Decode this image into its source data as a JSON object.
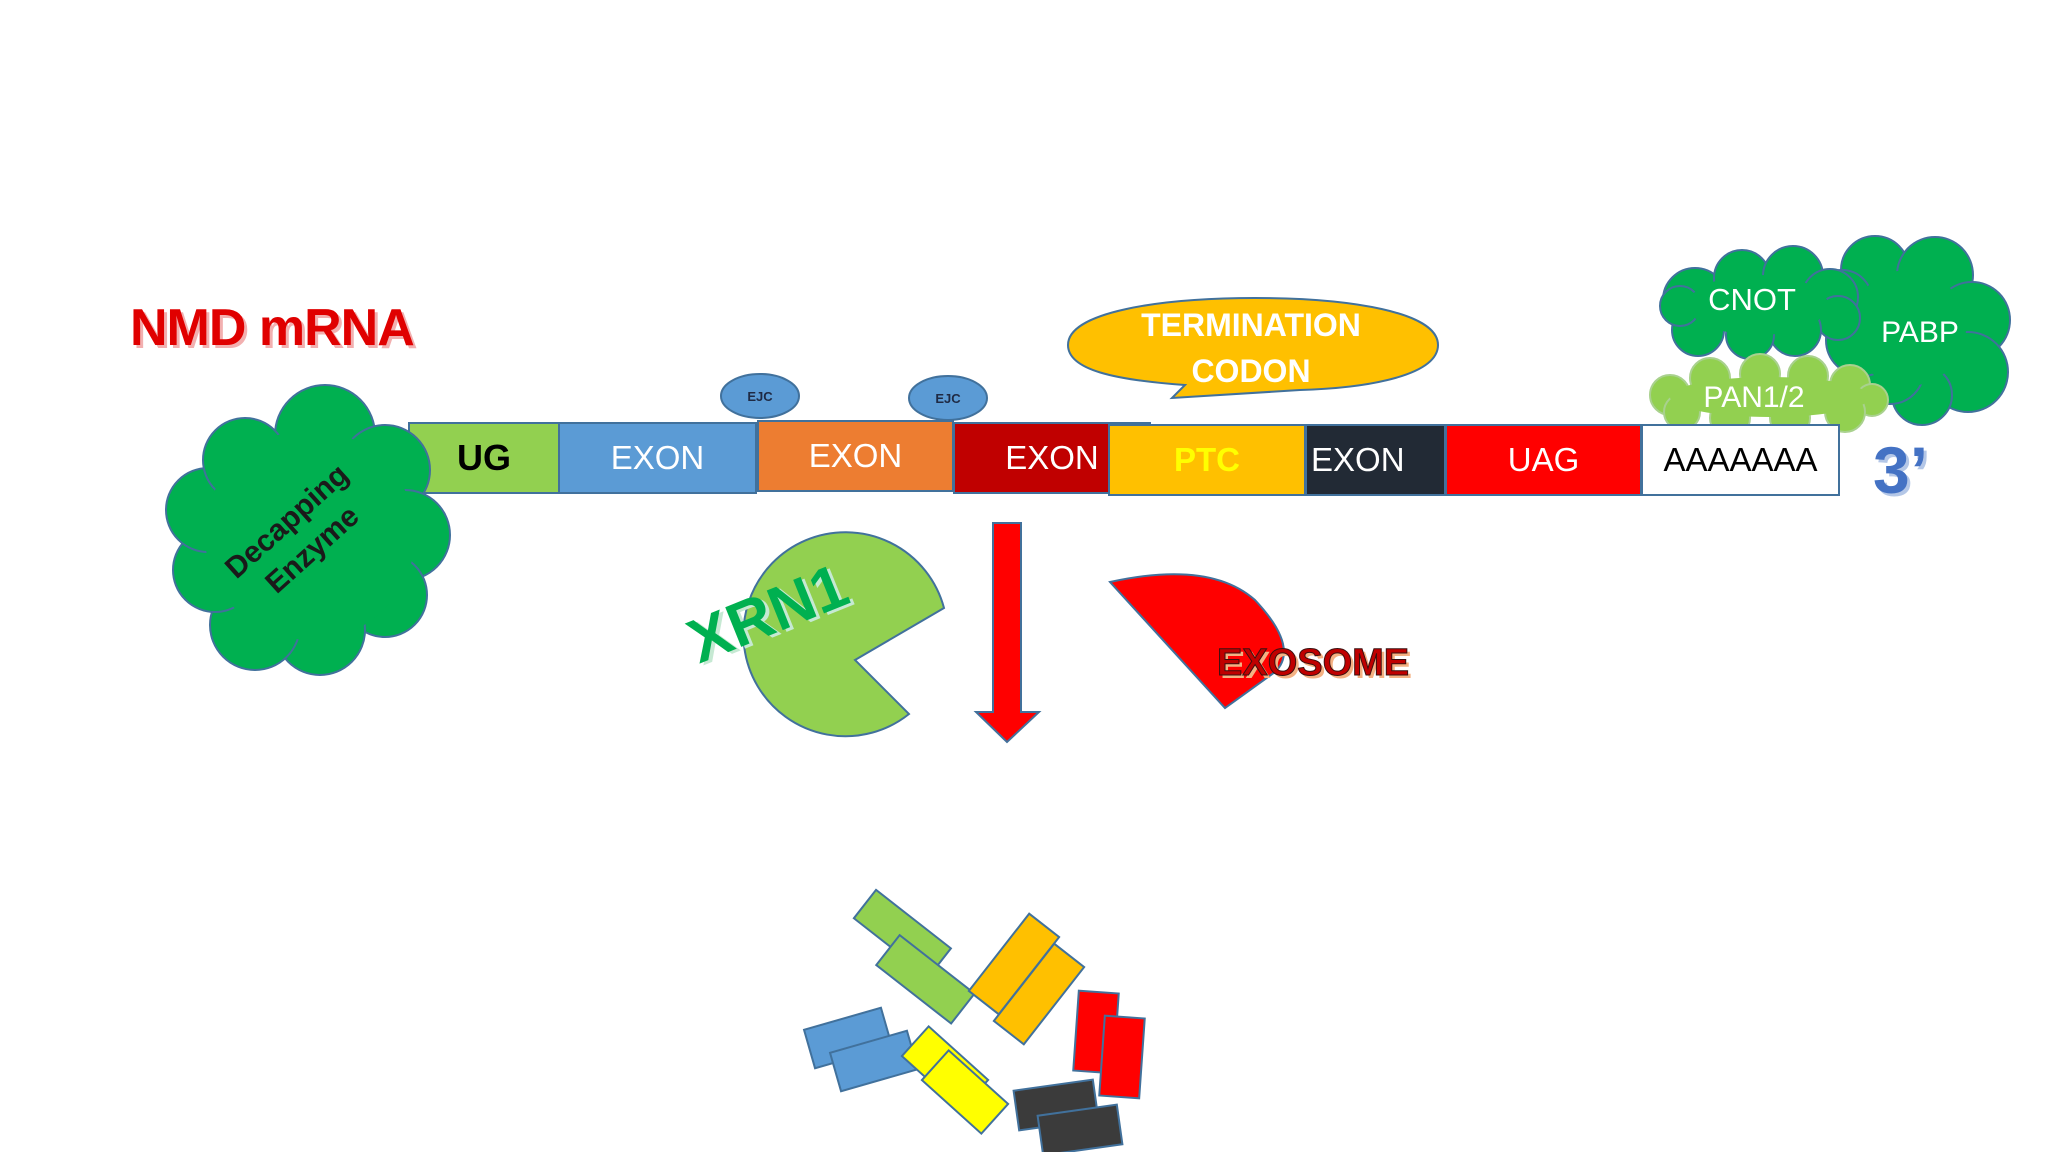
{
  "diagram": {
    "title": "NMD mRNA",
    "segments": [
      {
        "label": "UG",
        "fill": "#92d050",
        "text_color": "#000000"
      },
      {
        "label": "EXON",
        "fill": "#5b9bd5",
        "text_color": "#ffffff"
      },
      {
        "label": "EXON",
        "fill": "#ed7d31",
        "text_color": "#ffffff"
      },
      {
        "label": "EXON",
        "fill": "#c00000",
        "text_color": "#ffffff"
      },
      {
        "label": "PTC",
        "fill": "#ffc000",
        "text_color": "#ffff00"
      },
      {
        "label": "EXON",
        "fill": "#222a35",
        "text_color": "#ffffff"
      },
      {
        "label": "UAG",
        "fill": "#ff0000",
        "text_color": "#ffffff"
      },
      {
        "label": "AAAAAAA",
        "fill": "#ffffff",
        "text_color": "#000000"
      }
    ],
    "three_prime": "3’",
    "ejc_label": "EJC",
    "termination_line1": "TERMINATION",
    "termination_line2": "CODON",
    "decapping_line1": "Decapping",
    "decapping_line2": "Enzyme",
    "cnot": "CNOT",
    "pabp": "PABP",
    "pan": "PAN1/2",
    "xrn1": "XRN1",
    "exosome": "EXOSOME",
    "colors": {
      "cloud_green": "#00b050",
      "light_green": "#92d050",
      "arrow_red": "#ff0000",
      "bubble_yellow": "#ffc000",
      "ejc_blue": "#5b9bd5",
      "outline_blue": "#41719c"
    }
  }
}
